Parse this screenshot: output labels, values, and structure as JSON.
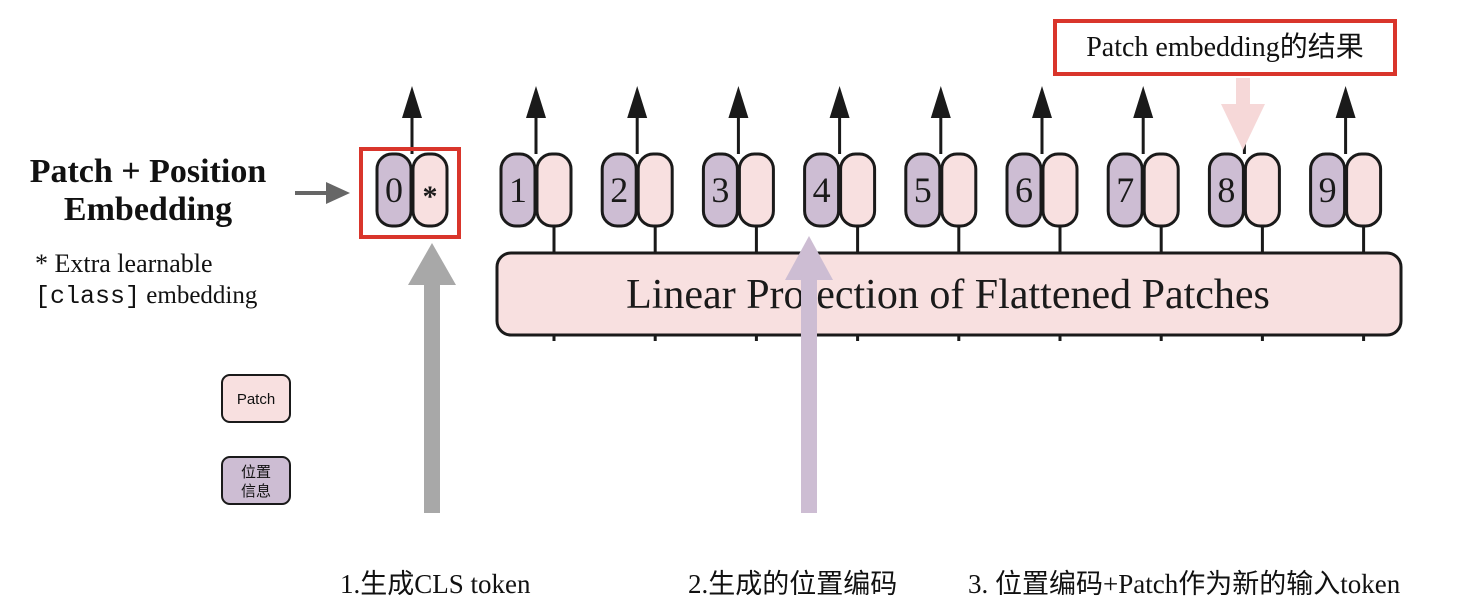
{
  "title_line1": "Patch + Position",
  "title_line2": "Embedding",
  "footnote_line1": "* Extra learnable",
  "footnote_code": "[class]",
  "footnote_rest": " embedding",
  "projection_label": "Linear Projection of Flattened Patches",
  "callout_label": "Patch embedding的结果",
  "class_token_index": "0",
  "class_token_symbol": "*",
  "token_indices": [
    "1",
    "2",
    "3",
    "4",
    "5",
    "6",
    "7",
    "8",
    "9"
  ],
  "legend_patch": "Patch",
  "legend_position_line1": "位置",
  "legend_position_line2": "信息",
  "caption_1": "1.生成CLS token",
  "caption_2": "2.生成的位置编码",
  "caption_3": "3. 位置编码+Patch作为新的输入token",
  "colors": {
    "patch_fill": "#f8e0e0",
    "position_fill": "#cdbdd3",
    "highlight_red": "#d9352b",
    "cls_arrow": "#a8a8a8",
    "position_arrow": "#cdbdd3",
    "callout_arrow": "#f6d8d8",
    "stroke": "#1a1a1a"
  }
}
